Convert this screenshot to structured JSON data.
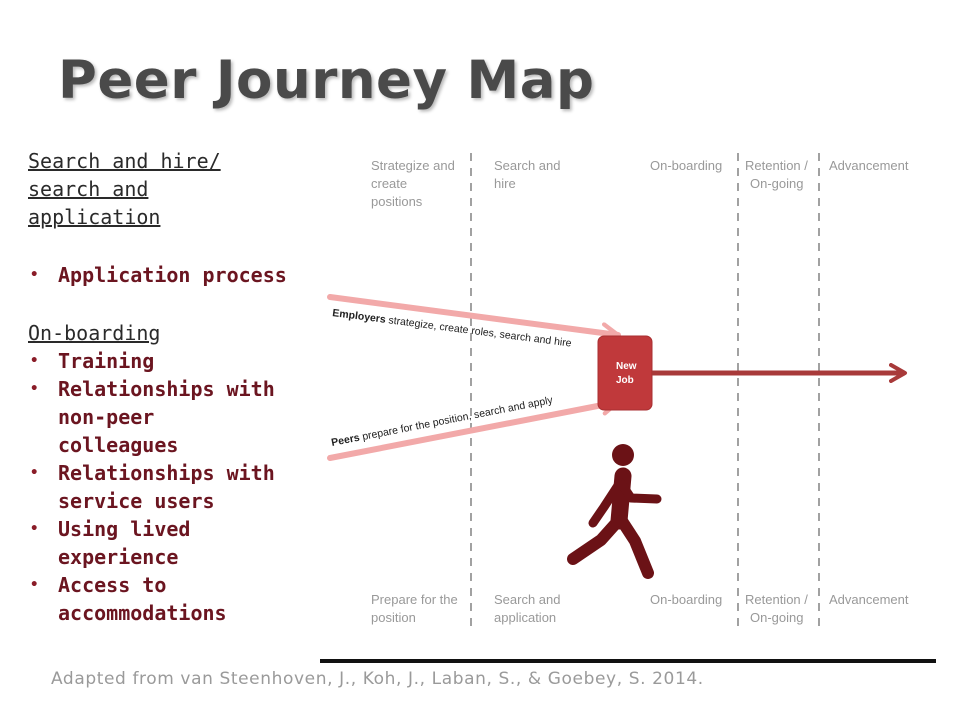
{
  "title": "Peer Journey Map",
  "left_panel": {
    "section1_heading_lines": [
      "Search and hire/",
      "search and",
      "application"
    ],
    "section1_bullets": [
      [
        "Application process"
      ]
    ],
    "section2_heading": "On-boarding",
    "section2_bullets": [
      [
        "Training"
      ],
      [
        "Relationships with",
        "non-peer",
        "colleagues"
      ],
      [
        "Relationships with",
        "service users"
      ],
      [
        "Using lived",
        "experience"
      ],
      [
        "Access to",
        "accommodations"
      ]
    ]
  },
  "diagram": {
    "top_stages": [
      [
        "Strategize and",
        "create",
        "positions"
      ],
      [
        "Search and",
        "hire"
      ],
      [
        "On-boarding"
      ],
      [
        "Retention /",
        "On-going"
      ],
      [
        "Advancement"
      ]
    ],
    "bottom_stages": [
      [
        "Prepare for the",
        "position"
      ],
      [
        "Search and",
        "application"
      ],
      [
        "On-boarding"
      ],
      [
        "Retention /",
        "On-going"
      ],
      [
        "Advancement"
      ]
    ],
    "employers_label_bold": "Employers",
    "employers_label_rest": " strategize, create roles, search and hire",
    "peers_label_bold": "Peers",
    "peers_label_rest": " prepare for the position, search and apply",
    "box_lines": [
      "New",
      "Job"
    ],
    "colors": {
      "light_arrow": "#f2a9a9",
      "dark_arrow": "#a83a3a",
      "box": "#c0393b",
      "figure": "#6b1216",
      "stage_text": "#999999"
    }
  },
  "citation": "Adapted from van Steenhoven, J., Koh, J., Laban, S., & Goebey, S. 2014."
}
